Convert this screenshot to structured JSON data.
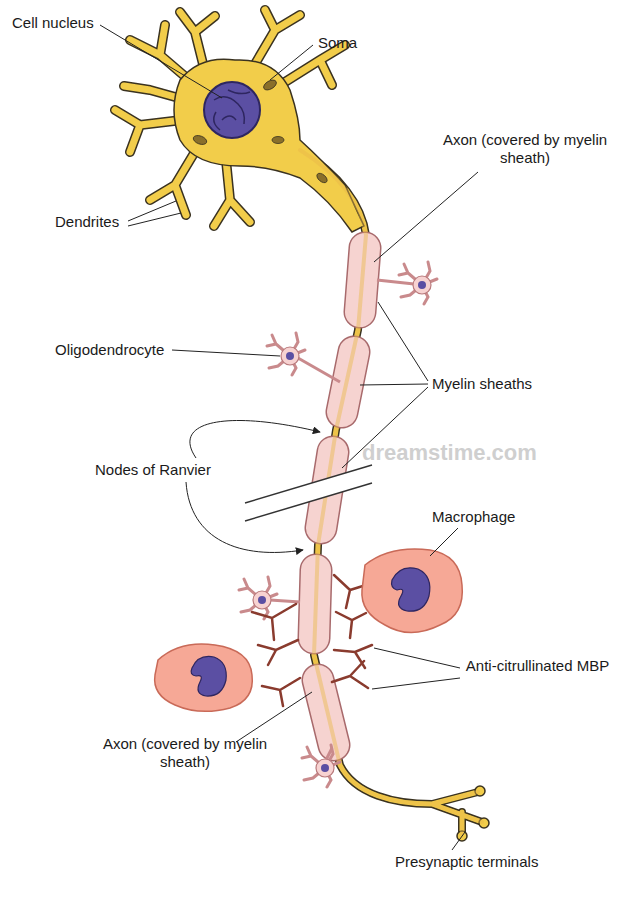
{
  "diagram": {
    "labels": [
      "Cell nucleus",
      "Soma",
      "Axon (covered by myelin sheath)",
      "Dendrites",
      "Oligodendrocyte",
      "Myelin sheaths",
      "Nodes of Ranvier",
      "Macrophage",
      "Anti-citrullinated MBP",
      "Axon (covered by myelin sheath)",
      "Presynaptic terminals",
      "dreamstime.com"
    ]
  }
}
